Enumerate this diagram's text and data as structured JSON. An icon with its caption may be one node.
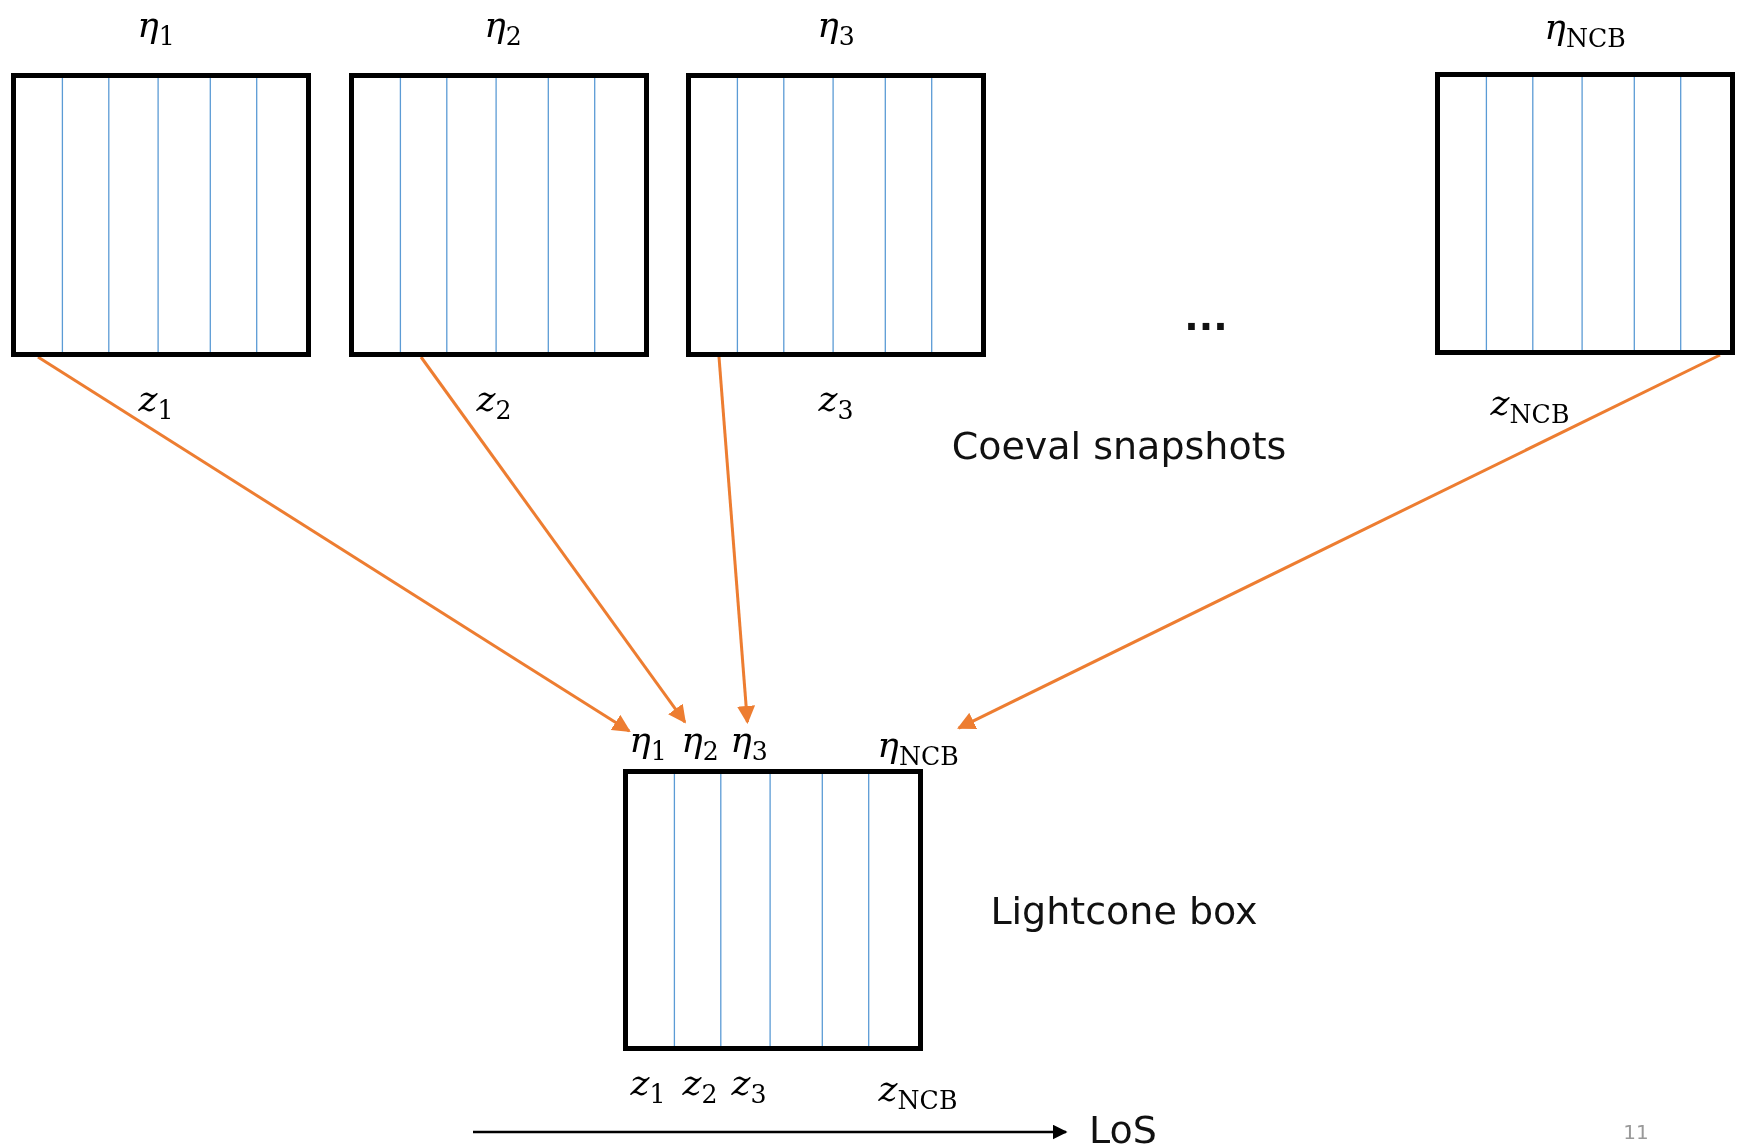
{
  "diagram": {
    "nodes": [
      {
        "text": [
          "*η*$_{1}$"
        ],
        "beside": [
          "*z*$_{1}$"
        ]
      },
      {
        "text": [
          "*η*$_{2}$"
        ],
        "beside": [
          "*z*$_{2}$"
        ]
      },
      {
        "text": [
          "*η*$_{3}$"
        ],
        "beside": [
          "*z*$_{3}$"
        ]
      },
      {
        "text": [
          "*η*$_{NCB}$"
        ],
        "beside": [
          "*z*$_{NCB}$"
        ]
      },
      {
        "text": [],
        "beside": [
          "Lightcone box"
        ],
        "shape": "box"
      },
      {
        "text": [
          "*η*$_{1}$"
        ]
      },
      {
        "text": [
          "*η*$_{2}$"
        ]
      },
      {
        "text": [
          "*η*$_{3}$"
        ]
      },
      {
        "text": [
          "*η*$_{NCB}$"
        ]
      }
    ],
    "edges": [
      {
        "from": 0,
        "to": 5,
        "arrow": "to"
      },
      {
        "from": 1,
        "to": 6,
        "arrow": "to"
      },
      {
        "from": 2,
        "to": 7,
        "arrow": "to"
      },
      {
        "from": 3,
        "to": 8,
        "arrow": "to"
      }
    ],
    "labels": [
      "...",
      "Coeval snapshots",
      "*z*$_{1}$",
      "*z*$_{2}$",
      "*z*$_{3}$",
      "*z*$_{NCB}$",
      "LoS",
      "11"
    ]
  }
}
